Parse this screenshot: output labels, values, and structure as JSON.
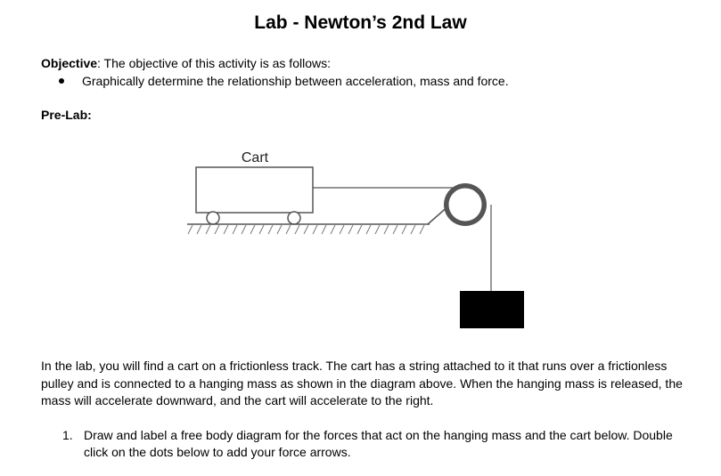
{
  "document": {
    "title": "Lab - Newton’s 2nd Law",
    "objective": {
      "label": "Objective",
      "text": ":  The objective of this activity is as follows:",
      "bullets": [
        "Graphically determine the relationship between acceleration, mass and force."
      ]
    },
    "prelab_heading": "Pre-Lab:",
    "diagram": {
      "cart_label": "Cart"
    },
    "paragraph": "In the lab, you will find a cart on a frictionless track.  The cart has a string attached to it that runs over a frictionless pulley and is connected to a hanging mass as shown in the diagram above.  When the hanging mass is released, the mass will accelerate downward, and the cart will accelerate to the right.",
    "questions": [
      {
        "number": "1.",
        "text": "Draw and label a free body diagram for the forces that act on the hanging mass and the cart below.  Double click on the dots below to add your force arrows."
      }
    ]
  }
}
